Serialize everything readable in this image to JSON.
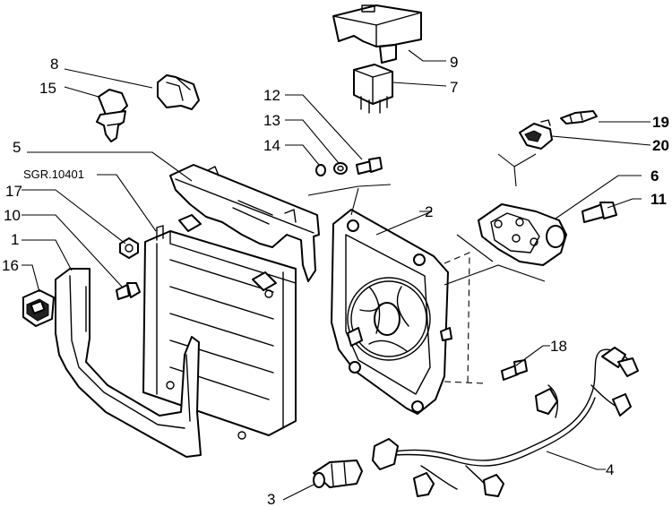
{
  "diagram": {
    "reference_code": "SGR.10401",
    "callouts": {
      "c1": "1",
      "c2": "2",
      "c3": "3",
      "c4": "4",
      "c5": "5",
      "c6": "6",
      "c7": "7",
      "c8": "8",
      "c9": "9",
      "c10": "10",
      "c11": "11",
      "c12": "12",
      "c13": "13",
      "c14": "14",
      "c15": "15",
      "c16": "16",
      "c17": "17",
      "c18": "18",
      "c19": "19",
      "c20": "20"
    }
  }
}
